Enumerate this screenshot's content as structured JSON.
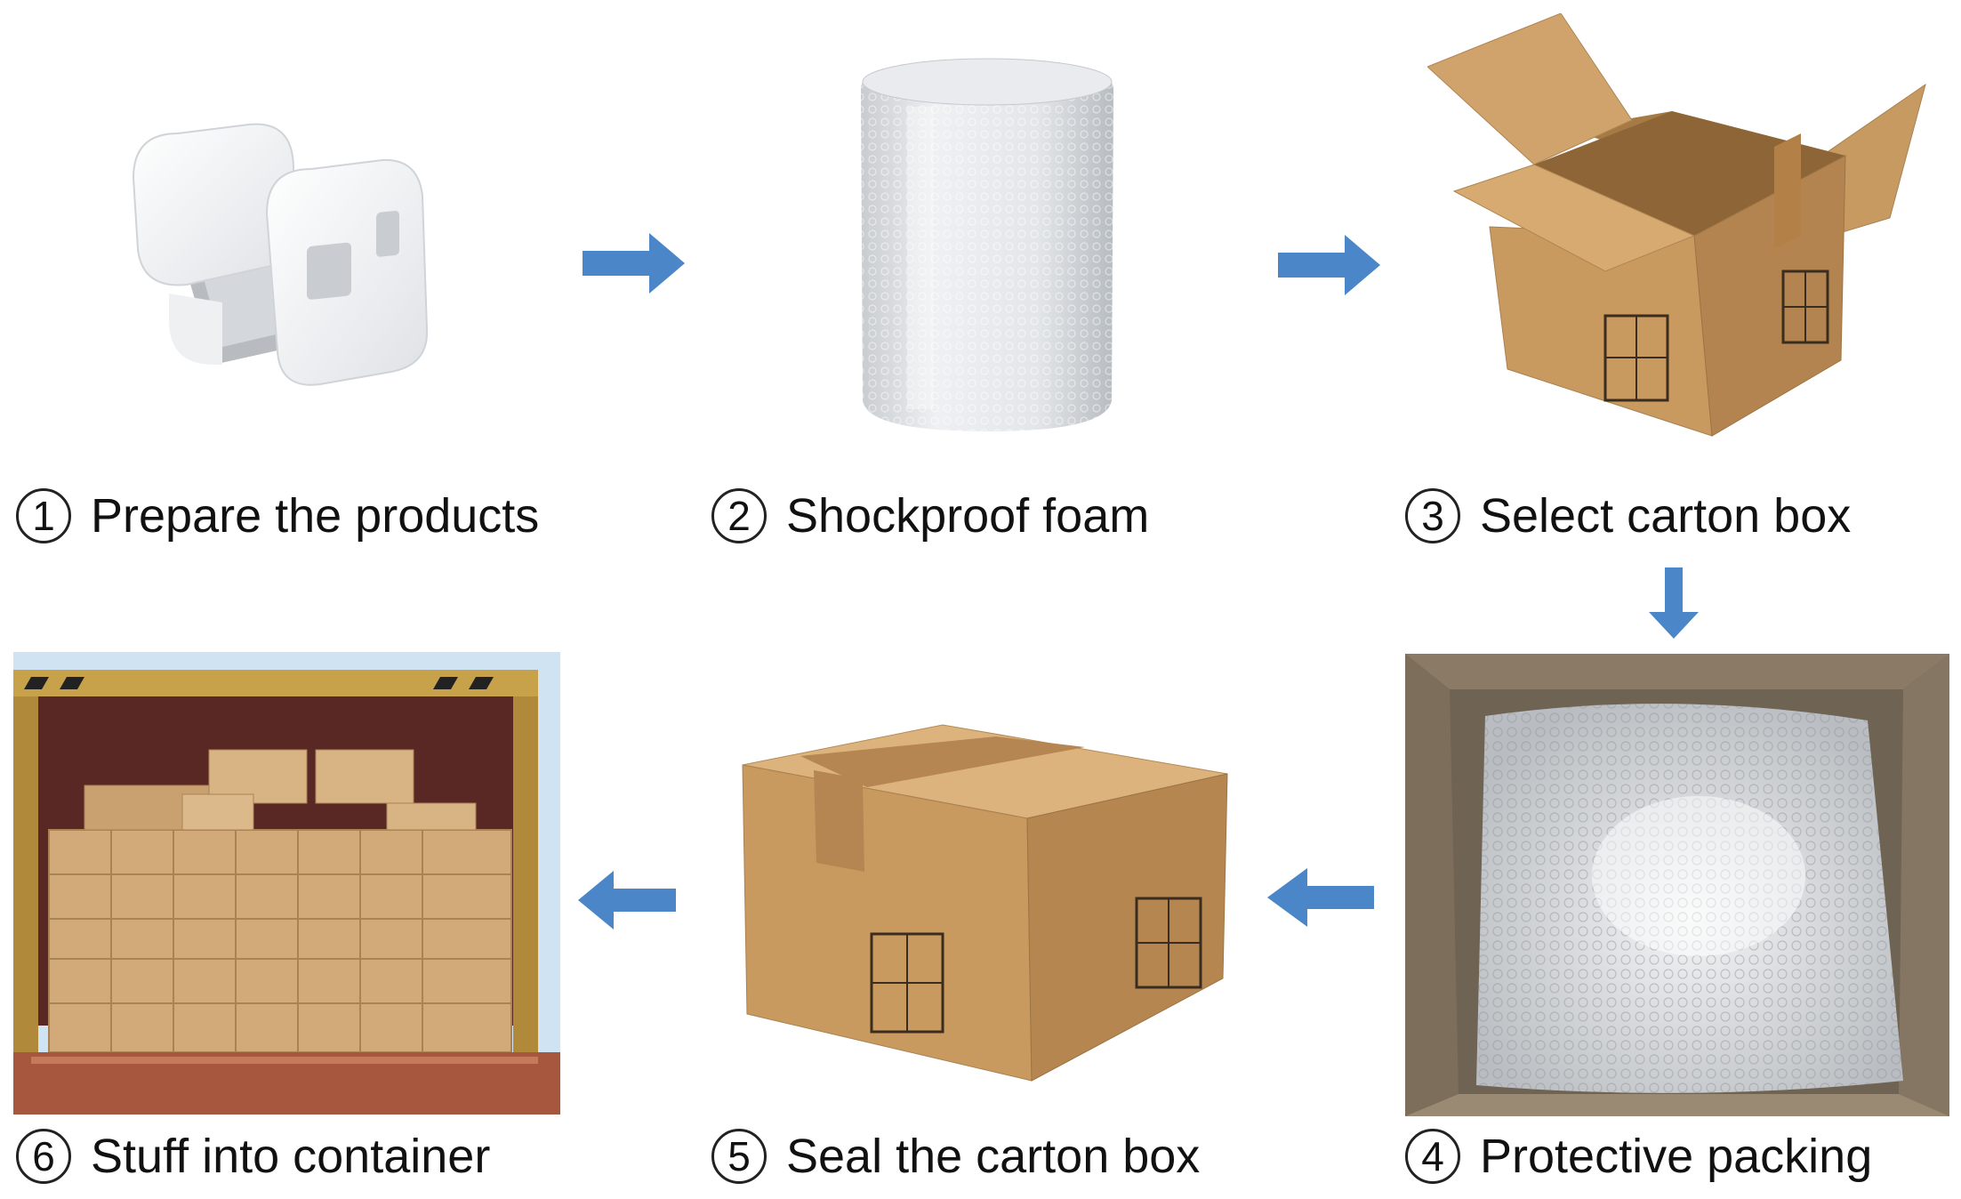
{
  "steps": [
    {
      "number": "1",
      "label": "Prepare the products"
    },
    {
      "number": "2",
      "label": "Shockproof foam"
    },
    {
      "number": "3",
      "label": "Select carton box"
    },
    {
      "number": "4",
      "label": "Protective packing"
    },
    {
      "number": "5",
      "label": "Seal the carton box"
    },
    {
      "number": "6",
      "label": "Stuff into container"
    }
  ],
  "colors": {
    "arrow": "#4a86c8",
    "carton": "#c9995e",
    "text": "#111111"
  },
  "icons": [
    "foam-protected-product",
    "bubble-wrap-roll",
    "open-carton-box",
    "bubble-wrapped-box",
    "sealed-carton-box",
    "container-loading",
    "arrow-right-icon",
    "arrow-down-icon",
    "arrow-left-icon"
  ]
}
